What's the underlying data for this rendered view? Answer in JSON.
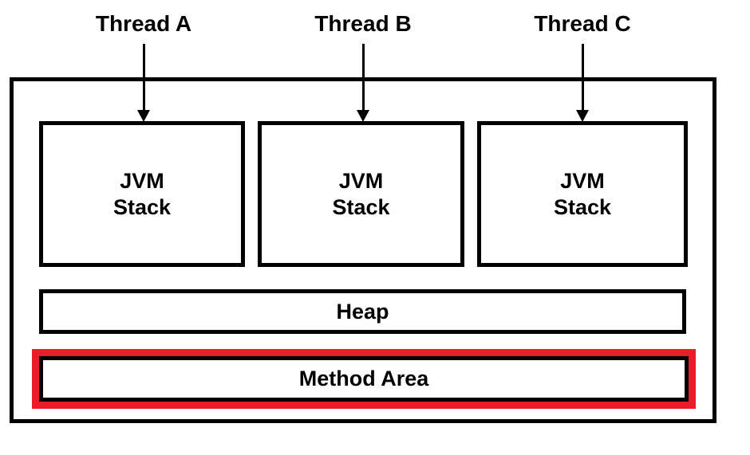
{
  "diagram": {
    "threads": [
      {
        "label": "Thread A"
      },
      {
        "label": "Thread B"
      },
      {
        "label": "Thread C"
      }
    ],
    "jvm_stacks": [
      {
        "line1": "JVM",
        "line2": "Stack"
      },
      {
        "line1": "JVM",
        "line2": "Stack"
      },
      {
        "line1": "JVM",
        "line2": "Stack"
      }
    ],
    "heap": {
      "label": "Heap"
    },
    "method_area": {
      "label": "Method Area"
    }
  },
  "colors": {
    "line_black": "#000000",
    "highlight_red": "#EC1C2B",
    "background": "#FFFFFF"
  }
}
